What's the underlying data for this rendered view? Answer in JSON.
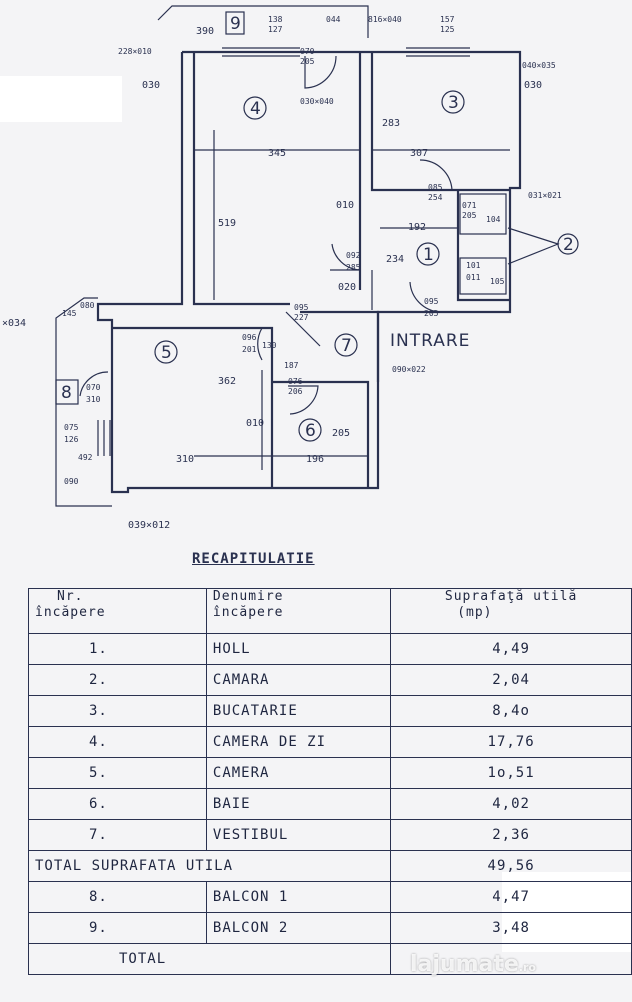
{
  "plan": {
    "room_numbers": [
      "1",
      "2",
      "3",
      "4",
      "5",
      "6",
      "7",
      "8",
      "9"
    ],
    "entrance_label": "INTRARE",
    "dimensions": {
      "d_390": "390",
      "d_138_127": "138",
      "d_127": "127",
      "d_044": "044",
      "d_816x040": "816×040",
      "d_157": "157",
      "d_125": "125",
      "d_228x010": "228×010",
      "d_030_left": "030",
      "d_030_right": "030",
      "d_040x035": "040×035",
      "d_030x040": "030×040",
      "d_070_205": "070",
      "d_205": "205",
      "d_283": "283",
      "d_345": "345",
      "d_307": "307",
      "d_519": "519",
      "d_010_a": "010",
      "d_192": "192",
      "d_234": "234",
      "d_085": "085",
      "d_254": "254",
      "d_071": "071",
      "d_205_b": "205",
      "d_104": "104",
      "d_031x021": "031×021",
      "d_092": "092",
      "d_285": "285",
      "d_101": "101",
      "d_011": "011",
      "d_105": "105",
      "d_020": "020",
      "d_095_a": "095",
      "d_227": "227",
      "d_095_b": "095",
      "d_205_c": "205",
      "d_034": "×034",
      "d_145": "145",
      "d_080": "080",
      "d_096": "096",
      "d_201": "201",
      "d_130": "130",
      "d_090x022": "090×022",
      "d_187": "187",
      "d_076": "076",
      "d_206": "206",
      "d_362": "362",
      "d_070": "070",
      "d_310_b": "310",
      "d_075": "075",
      "d_126": "126",
      "d_492": "492",
      "d_010_b": "010",
      "d_205_d": "205",
      "d_310": "310",
      "d_196": "196",
      "d_090": "090",
      "d_039x012": "039×012"
    }
  },
  "recap": {
    "title": "RECAPITULATIE",
    "header": {
      "nr_line1": "Nr.",
      "nr_line2": "încăpere",
      "den_line1": "Denumire",
      "den_line2": "încăpere",
      "sup_line1": "Suprafaţă utilă",
      "sup_line2": "(mp)"
    },
    "rows": [
      {
        "nr": "1.",
        "name": "HOLL",
        "area": "4,49"
      },
      {
        "nr": "2.",
        "name": "CAMARA",
        "area": "2,04"
      },
      {
        "nr": "3.",
        "name": "BUCATARIE",
        "area": "8,4o"
      },
      {
        "nr": "4.",
        "name": "CAMERA DE ZI",
        "area": "17,76"
      },
      {
        "nr": "5.",
        "name": "CAMERA",
        "area": "1o,51"
      },
      {
        "nr": "6.",
        "name": "BAIE",
        "area": "4,02"
      },
      {
        "nr": "7.",
        "name": "VESTIBUL",
        "area": "2,36"
      }
    ],
    "subtotal_label": "TOTAL SUPRAFATA UTILA",
    "subtotal_value": "49,56",
    "balcony_rows": [
      {
        "nr": "8.",
        "name": "BALCON 1",
        "area": "4,47"
      },
      {
        "nr": "9.",
        "name": "BALCON 2",
        "area": "3,48"
      }
    ],
    "total_label": "TOTAL"
  },
  "watermark": {
    "brand": "lajumate",
    "tld": ".ro"
  }
}
